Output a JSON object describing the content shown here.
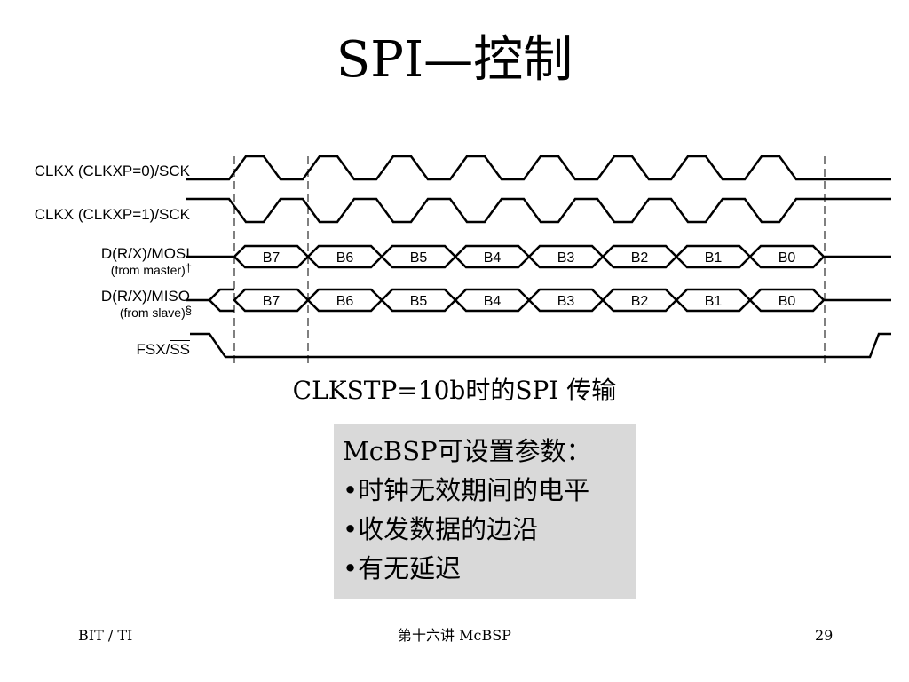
{
  "title": "SPI—控制",
  "signals": [
    {
      "label": "CLKX (CLKXP=0)/SCK"
    },
    {
      "label": "CLKX (CLKXP=1)/SCK"
    },
    {
      "label": "D(R/X)/MOSI",
      "sublabel": "(from master)",
      "mark": "†"
    },
    {
      "label": "D(R/X)/MISO",
      "sublabel": "(from slave)",
      "mark": "§"
    },
    {
      "label_prefix": "FSX/",
      "label_overline": "SS"
    }
  ],
  "bits": [
    "B7",
    "B6",
    "B5",
    "B4",
    "B3",
    "B2",
    "B1",
    "B0"
  ],
  "caption": "CLKSTP=10b时的SPI 传输",
  "info_box": {
    "lines": [
      "McBSP可设置参数：",
      "•时钟无效期间的电平",
      "•收发数据的边沿",
      "•有无延迟"
    ]
  },
  "footer": {
    "left": "BIT / TI",
    "center": "第十六讲 McBSP",
    "right": "29"
  }
}
